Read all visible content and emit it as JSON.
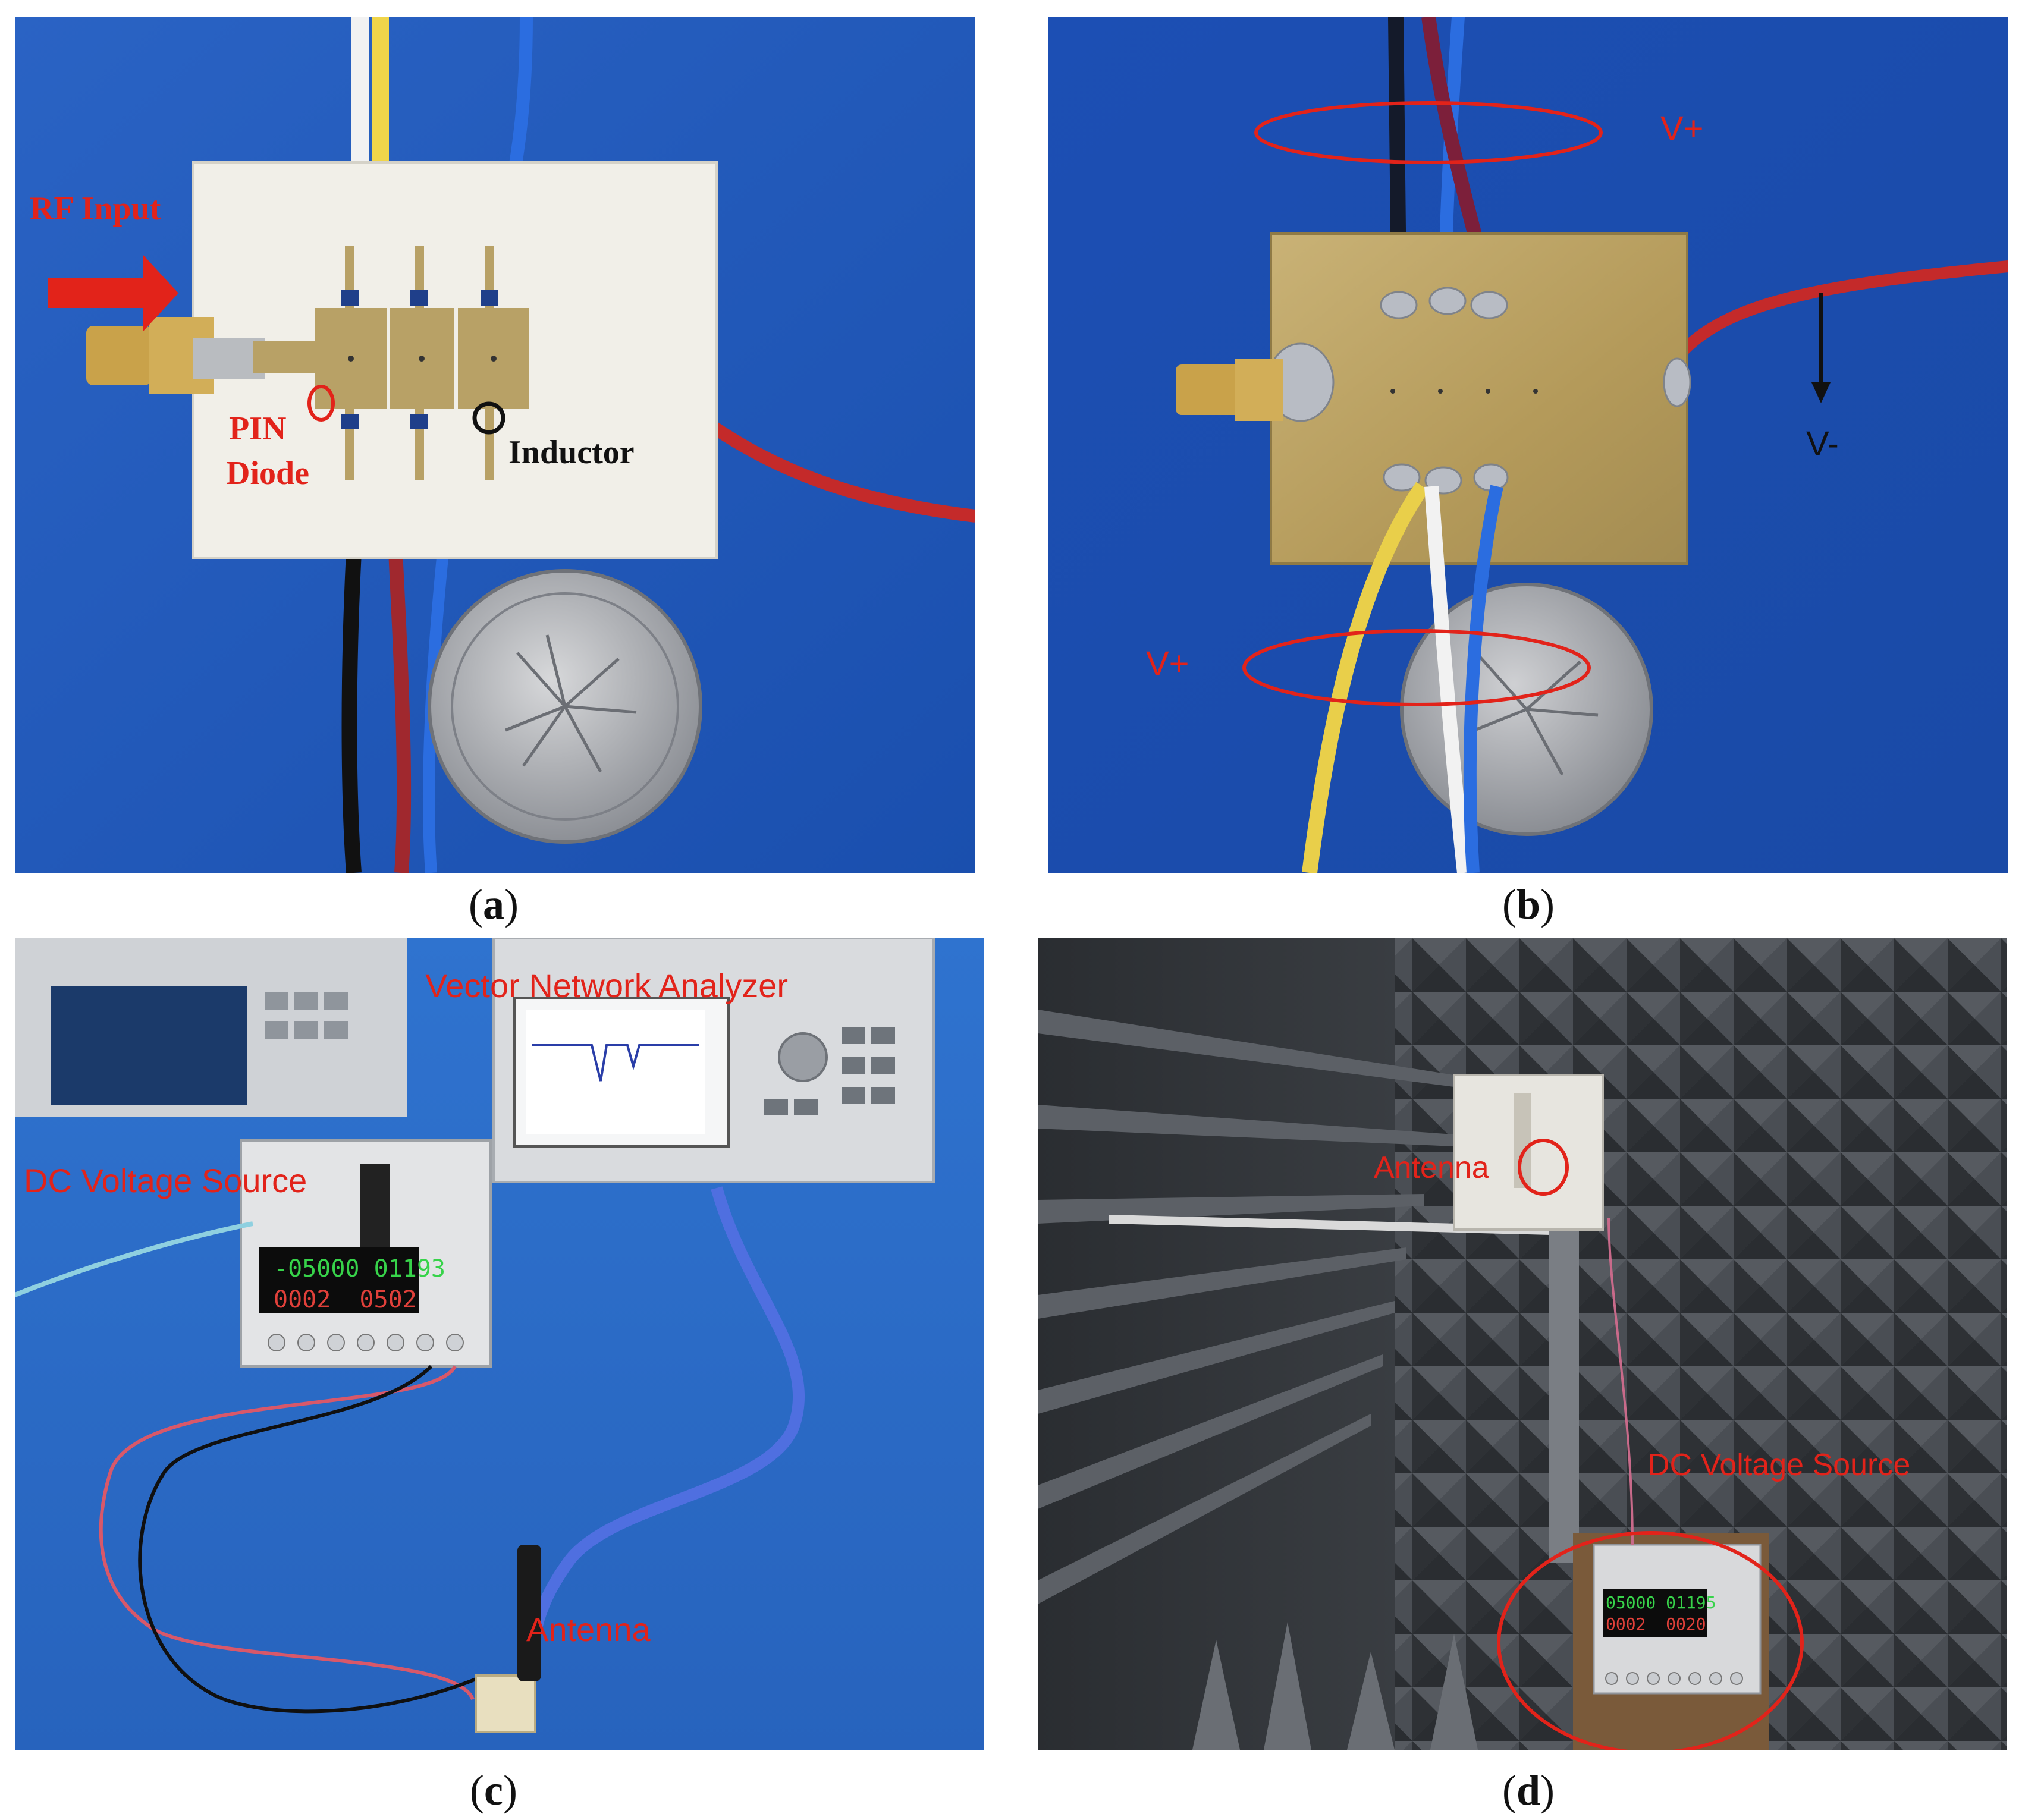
{
  "panels": {
    "a": {
      "caption_open": "(",
      "caption_letter": "a",
      "caption_close": ")",
      "labels": {
        "rf_input": "RF Input",
        "pin": "PIN",
        "diode": "Diode",
        "inductor": "Inductor"
      }
    },
    "b": {
      "caption_open": "(",
      "caption_letter": "b",
      "caption_close": ")",
      "labels": {
        "v_plus_top": "V+",
        "v_minus": "V-",
        "v_plus_bottom": "V+"
      }
    },
    "c": {
      "caption_open": "(",
      "caption_letter": "c",
      "caption_close": ")",
      "labels": {
        "vna": "Vector Network Analyzer",
        "dc_source": "DC Voltage Source",
        "antenna": "Antenna"
      },
      "readouts": {
        "v1": "-05000",
        "i1": "01193",
        "v2": "0002",
        "i2": "0502"
      }
    },
    "d": {
      "caption_open": "(",
      "caption_letter": "d",
      "caption_close": ")",
      "labels": {
        "antenna": "Antenna",
        "dc_source": "DC Voltage Source"
      },
      "readouts": {
        "v1": "05000",
        "i1": "01195",
        "v2": "0002",
        "i2": "0020"
      }
    }
  },
  "colors": {
    "mat_blue": "#1f5cc0",
    "annotation_red": "#e2231a",
    "board_white": "#f1efe8",
    "board_gold": "#b49a5a",
    "chamber_gray": "#3b3e42"
  }
}
